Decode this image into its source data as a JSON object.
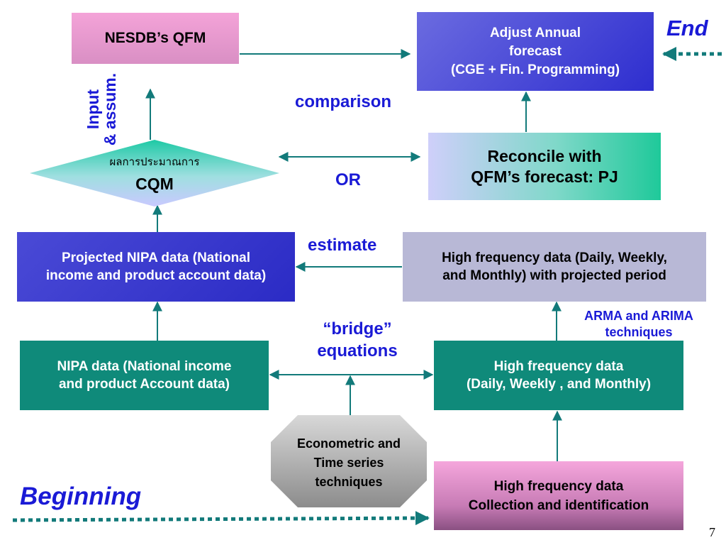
{
  "boxes": {
    "nesdb_qfm": {
      "lines": [
        "NESDB’s QFM"
      ]
    },
    "adjust_annual": {
      "lines": [
        "Adjust Annual",
        "forecast",
        "(CGE + Fin. Programming)"
      ]
    },
    "reconcile": {
      "lines": [
        "Reconcile with",
        "QFM’s forecast: PJ"
      ]
    },
    "cqm": {
      "thai": "ผลการประมาณการ",
      "label": "CQM"
    },
    "projected_nipa": {
      "lines": [
        "Projected NIPA data (National",
        "income and product account data)"
      ]
    },
    "hf_projected": {
      "lines": [
        "High frequency data (Daily, Weekly,",
        "and Monthly) with projected period"
      ]
    },
    "nipa": {
      "lines": [
        "NIPA data (National income",
        "and product Account data)"
      ]
    },
    "hf_data": {
      "lines": [
        "High frequency data",
        "(Daily, Weekly , and Monthly)"
      ]
    },
    "econometric": {
      "lines": [
        "Econometric and",
        "Time series",
        "techniques"
      ]
    },
    "hf_collection": {
      "lines": [
        "High frequency data",
        "Collection and identification"
      ]
    }
  },
  "labels": {
    "end": "End",
    "comparison": "comparison",
    "or": "OR",
    "input_line1": "Input",
    "input_line2": "& assum.",
    "estimate": "estimate",
    "arma_line1": "ARMA and ARIMA",
    "arma_line2": "techniques",
    "bridge_line1": "“bridge”",
    "bridge_line2": "equations",
    "beginning": "Beginning",
    "page_number": "7"
  },
  "colors": {
    "arrow": "#127a7a",
    "label_blue": "#1a1ad6",
    "teal_box": "#0f8a7a",
    "blue_box": "#3535cc"
  }
}
